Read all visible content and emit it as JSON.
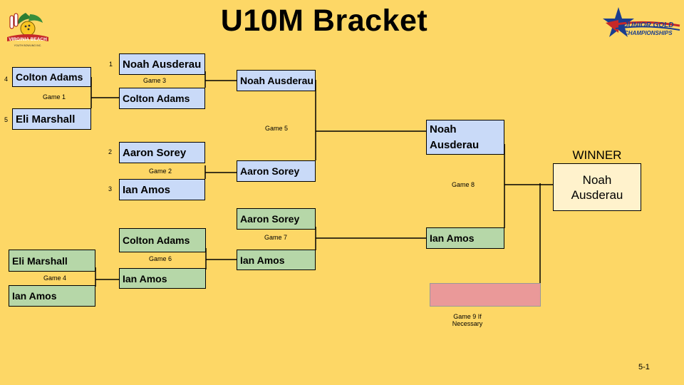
{
  "title": "U10M Bracket",
  "logos": {
    "left_text": "VIRGINIA BEACH",
    "left_subtext": "YOUTH BOWLING INC.",
    "right_text_1": "JUNIOR GOLD",
    "right_text_2": "CHAMPIONSHIPS"
  },
  "seeds": [
    "1",
    "2",
    "3",
    "4",
    "5"
  ],
  "games": {
    "g1": "Game 1",
    "g2": "Game 2",
    "g3": "Game 3",
    "g4": "Game 4",
    "g5": "Game 5",
    "g6": "Game 6",
    "g7": "Game 7",
    "g8": "Game 8",
    "g9": "Game 9 If Necessary"
  },
  "winners_bracket": {
    "game1": [
      "Colton Adams",
      "Eli Marshall"
    ],
    "game3": [
      "Noah Ausderau",
      "Colton Adams"
    ],
    "game2": [
      "Aaron Sorey",
      "Ian Amos"
    ],
    "game5": [
      "Noah Ausderau",
      "Aaron Sorey"
    ],
    "game8_top": "Noah Ausderau"
  },
  "losers_bracket": {
    "game4": [
      "Eli Marshall",
      "Ian Amos"
    ],
    "game6": [
      "Colton Adams",
      "Ian Amos"
    ],
    "game7": [
      "Aaron Sorey",
      "Ian Amos"
    ],
    "game8_bottom": "Ian Amos"
  },
  "winner": {
    "label": "WINNER",
    "name": "Noah Ausderau"
  },
  "page_number": "5-1",
  "colors": {
    "background": "#FDD766",
    "winners_box": "#C9DAF8",
    "losers_box": "#B6D7A8",
    "winner_box": "#FFF2CC",
    "game9_box": "#EA9999"
  }
}
